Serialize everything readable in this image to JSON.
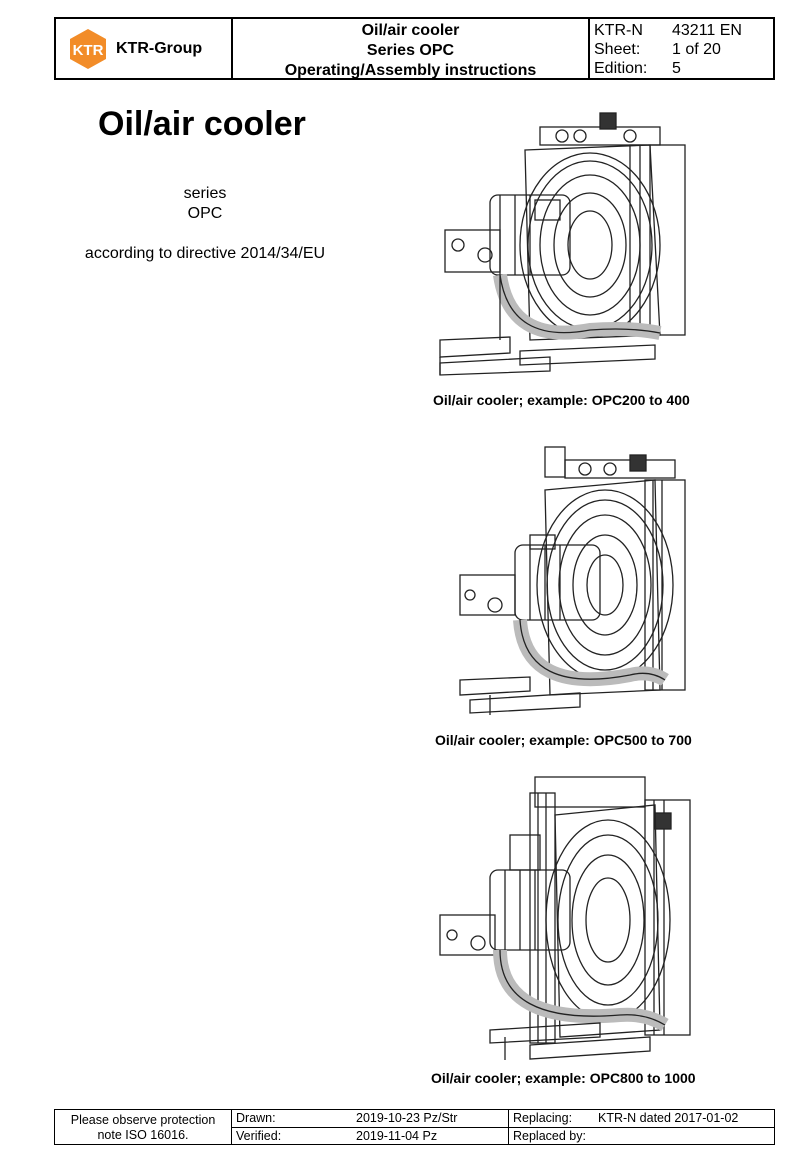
{
  "header": {
    "brand": "KTR-Group",
    "logo_text": "KTR",
    "title_lines": [
      "Oil/air cooler",
      "Series OPC",
      "Operating/Assembly instructions"
    ],
    "meta": [
      {
        "label": "KTR-N",
        "value": "43211 EN"
      },
      {
        "label": "Sheet:",
        "value": "1 of 20"
      },
      {
        "label": "Edition:",
        "value": "5"
      }
    ]
  },
  "title": "Oil/air cooler",
  "subtitle_lines": [
    "series",
    "OPC"
  ],
  "directive": "according to directive 2014/34/EU",
  "figures": [
    {
      "caption": "Oil/air cooler; example: OPC200 to 400"
    },
    {
      "caption": "Oil/air cooler; example: OPC500 to 700"
    },
    {
      "caption": "Oil/air cooler; example: OPC800 to 1000"
    }
  ],
  "footer": {
    "note": [
      "Please observe protection",
      "note ISO 16016."
    ],
    "drawn_label": "Drawn:",
    "drawn_value": "2019-10-23 Pz/Str",
    "verified_label": "Verified:",
    "verified_value": "2019-11-04 Pz",
    "replacing_label": "Replacing:",
    "replacing_value": "KTR-N dated 2017-01-02",
    "replaced_by_label": "Replaced by:",
    "replaced_by_value": ""
  },
  "colors": {
    "logo_orange": "#F28C28"
  }
}
